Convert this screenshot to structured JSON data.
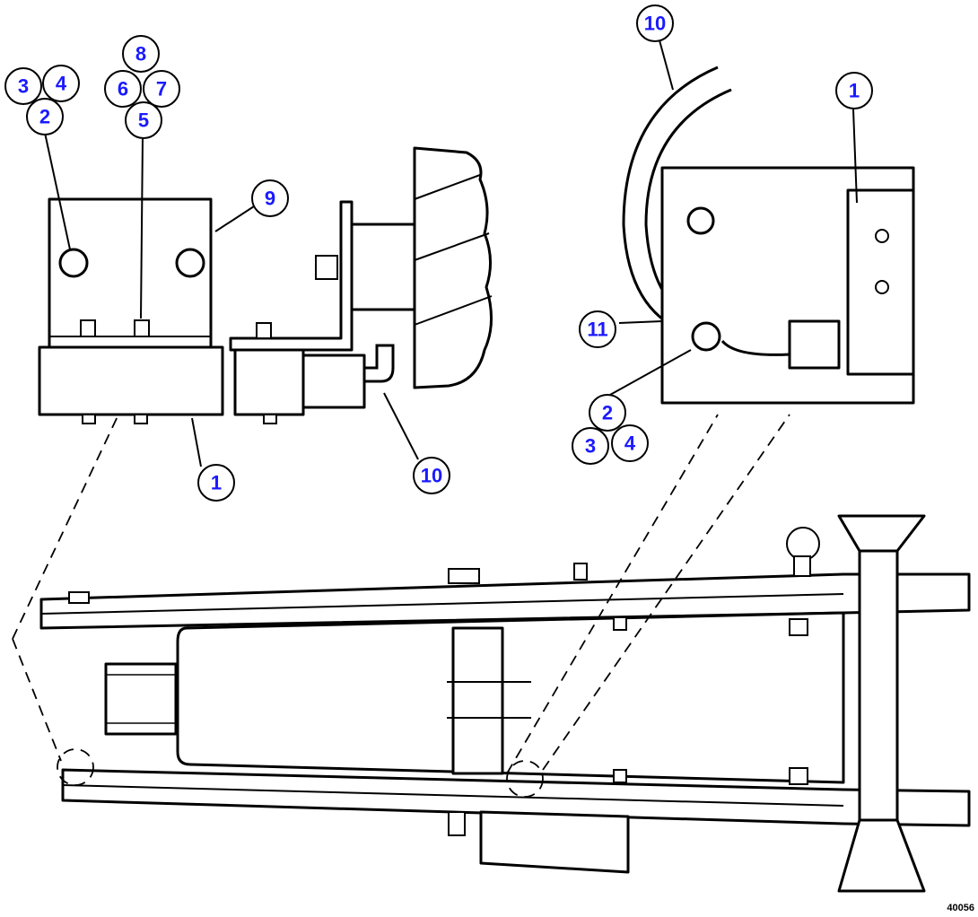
{
  "callouts": {
    "c1_top_left": "3",
    "c2_top_left": "4",
    "c3_top_left": "2",
    "c4_top_center": "8",
    "c5_top_center": "6",
    "c6_top_center": "7",
    "c7_top_center": "5",
    "c8_left_bracket": "9",
    "c9_left_sensor": "1",
    "c10_left_hose": "10",
    "c11_right_hose": "10",
    "c12_right_sensor": "1",
    "c13_right_clamp": "11",
    "c14_right_bolt": "2",
    "c15_right_bolt": "3",
    "c16_right_bolt": "4"
  },
  "drawing_code": "40056"
}
